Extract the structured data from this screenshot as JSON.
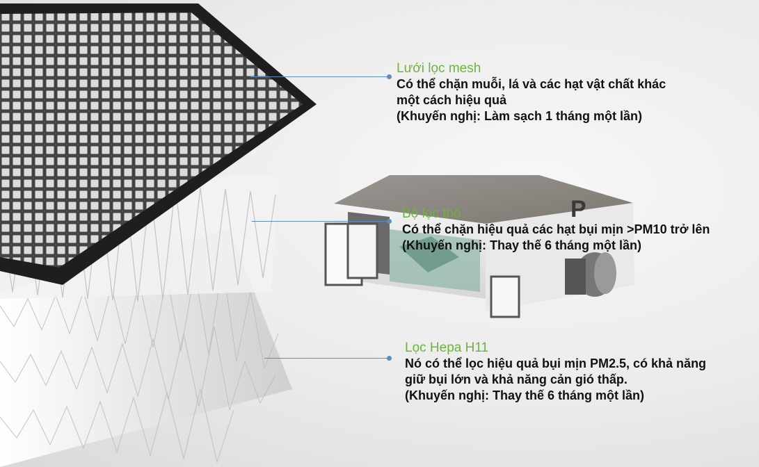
{
  "callouts": {
    "mesh": {
      "title": "Lưới lọc mesh",
      "lines": [
        "Có thể chặn muỗi, lá và các hạt vật chất khác",
        "một cách hiệu quả",
        "(Khuyến nghị: Làm sạch 1 tháng một lần)"
      ]
    },
    "coarse": {
      "title": "Bộ lọc thô",
      "lines": [
        "Có thể chặn hiệu quả các hạt bụi mịn >PM10 trở lên",
        "(Khuyến nghị: Thay thế 6 tháng một lần)"
      ]
    },
    "hepa": {
      "title": "Lọc Hepa H11",
      "lines": [
        "Nó có thể lọc hiệu quả bụi mịn PM2.5, có khả năng",
        "giữ bụi lớn và khả năng cản gió thấp.",
        "(Khuyến nghị: Thay thế 6 tháng một lần)"
      ]
    }
  },
  "colors": {
    "title_green": "#6cb33f",
    "leader_blue": "#5b8fbf",
    "frame_black": "#1e1e1e"
  },
  "device_logo": "P"
}
